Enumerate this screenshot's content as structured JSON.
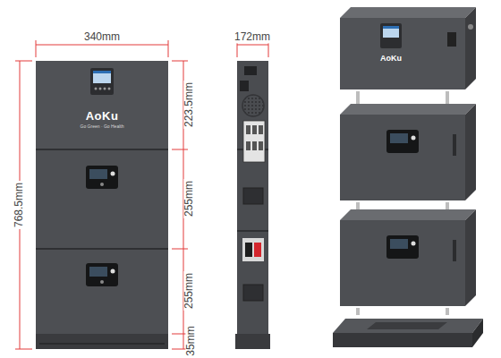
{
  "diagram": {
    "labels": [
      "340mm",
      "172mm",
      "768.5mm",
      "223.5mm",
      "255mm",
      "255mm",
      "35mm",
      "AoKu",
      "Go Green · Go Health",
      "AoKu"
    ]
  }
}
